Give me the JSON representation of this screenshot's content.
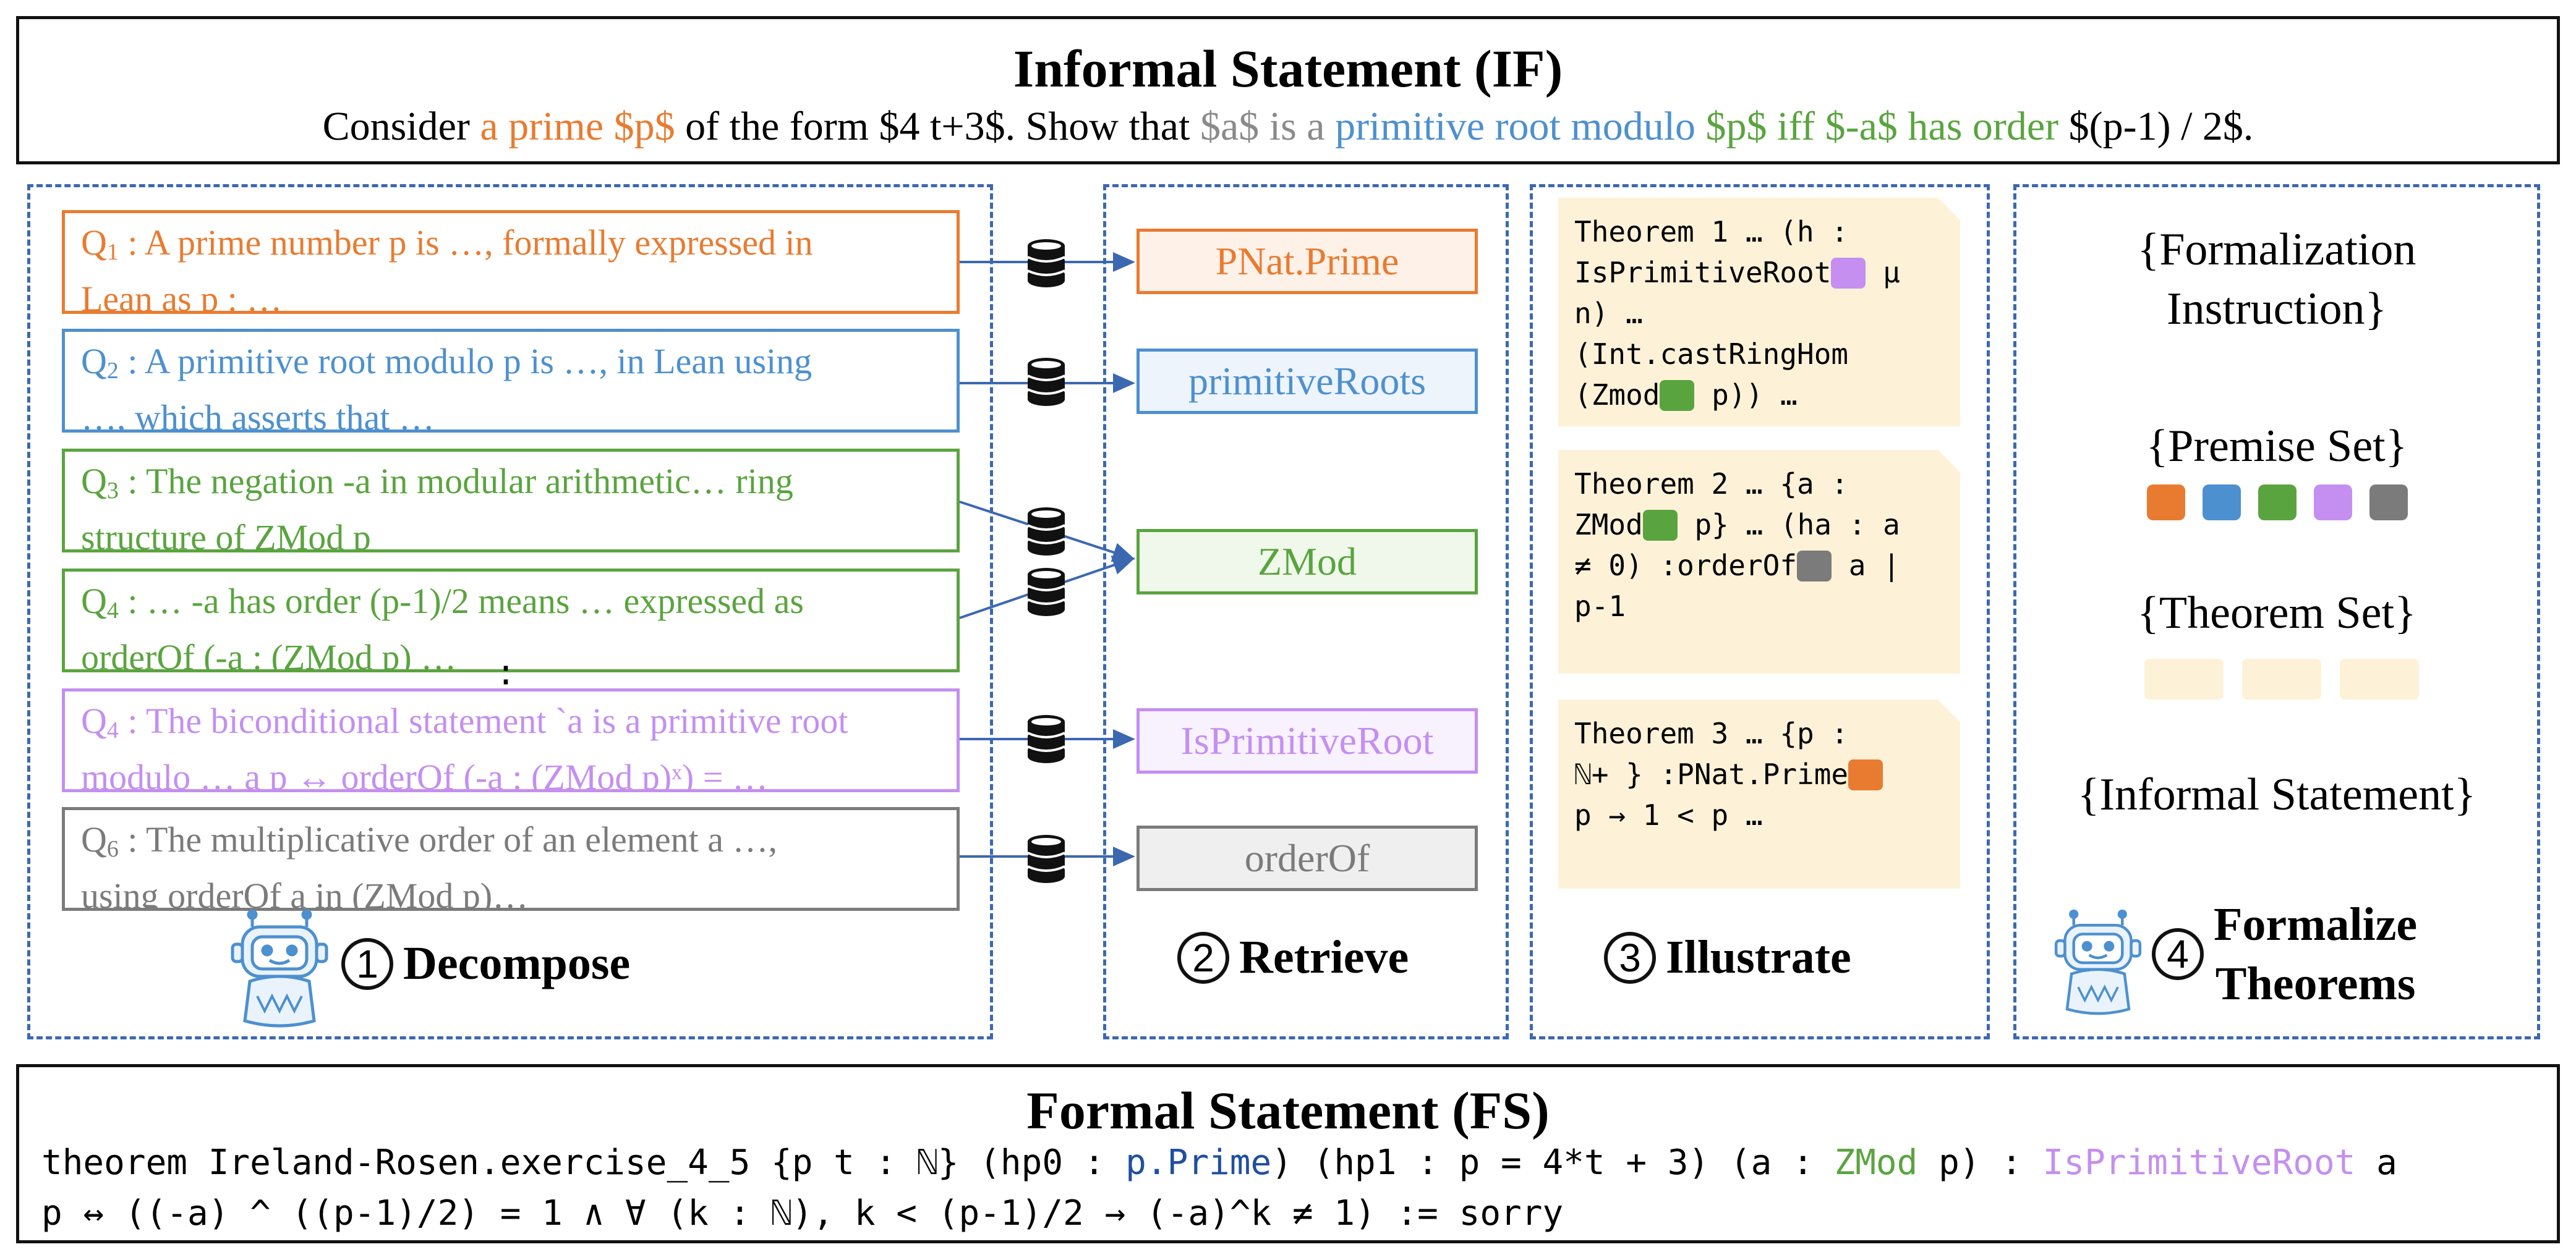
{
  "colors": {
    "orange": "#e97b30",
    "blue": "#4d90cf",
    "green": "#5aa43f",
    "purple": "#c48ff0",
    "gray": "#7b7b7b",
    "panel_border": "#3c68b0",
    "theorem_bg": "#fdf2d8",
    "formal_blue": "#1f4fa0"
  },
  "informal": {
    "title": "Informal Statement (IF)",
    "s1": "Consider ",
    "s2": "a prime $p$",
    "s3": " of the form $4 t+3$. Show that ",
    "s4": "$a$",
    "s5": " is a ",
    "s6": "primitive root modulo",
    "s7": " $p$ iff $-a$ has order",
    "s8": " $(p-1) / 2$."
  },
  "decompose": {
    "questions": [
      {
        "label": "Q",
        "sub": "1",
        "line1": " : A prime number p is …, formally expressed in",
        "line2": "Lean as p : …"
      },
      {
        "label": "Q",
        "sub": "2",
        "line1": " : A primitive root modulo p is …, in Lean using",
        "line2": "…, which asserts that …"
      },
      {
        "label": "Q",
        "sub": "3",
        "line1": " : The negation -a in modular arithmetic… ring",
        "line2": "structure of ZMod p"
      },
      {
        "label": "Q",
        "sub": "4",
        "line1": " : … -a has order (p-1)/2 means … expressed as",
        "line2": "orderOf (-a : (ZMod p) …"
      },
      {
        "label": "Q",
        "sub": "4",
        "line1": " : The biconditional statement `a is a primitive root",
        "line2": "modulo … a p ↔ orderOf (-a : (ZMod p)ˣ) = …"
      },
      {
        "label": "Q",
        "sub": "6",
        "line1": " : The multiplicative order of an element a …,",
        "line2": "using orderOf a in (ZMod p)…"
      }
    ],
    "ellipsis": "⋮",
    "step_num": "1",
    "step_label": "Decompose"
  },
  "retrieve": {
    "premises": [
      "PNat.Prime",
      "primitiveRoots",
      "ZMod",
      "IsPrimitiveRoot",
      "orderOf"
    ],
    "step_num": "2",
    "step_label": "Retrieve"
  },
  "illustrate": {
    "t1": {
      "a": "Theorem 1 … (h :\nIsPrimitiveRoot",
      "b": " μ\nn) …\n(Int.castRingHom\n(Zmod",
      "c": " p)) …"
    },
    "t2": {
      "a": "Theorem 2 … {a :\nZMod",
      "b": " p} … (ha : a\n≠ 0) :orderOf",
      "c": " a |\np-1"
    },
    "t3": {
      "a": "Theorem 3 … {p :\nℕ+ } :PNat.Prime",
      "b": "\np → 1 < p …"
    },
    "step_num": "3",
    "step_label": "Illustrate"
  },
  "formalize": {
    "instruction": "{Formalization\nInstruction}",
    "premise_set": "{Premise Set}",
    "theorem_set": "{Theorem Set}",
    "informal_statement": "{Informal Statement}",
    "step_num": "4",
    "step_label": "Formalize\nTheorems"
  },
  "formal": {
    "title": "Formal Statement (FS)",
    "l1a": "theorem Ireland-Rosen.exercise_4_5 {p t : ℕ} (hp0 : ",
    "l1b": "p.Prime",
    "l1c": ") (hp1 : p = 4*t + 3) (a : ",
    "l1d": "ZMod",
    "l1e": " p) : ",
    "l1f": "IsPrimitiveRoot",
    "l1g": " a",
    "l2": "p ↔ ((-a) ^ ((p-1)/2) = 1 ∧ ∀ (k : ℕ), k < (p-1)/2 → (-a)^k ≠ 1) := sorry"
  },
  "icons": [
    "database-icon",
    "robot-icon",
    "arrow-icon"
  ]
}
